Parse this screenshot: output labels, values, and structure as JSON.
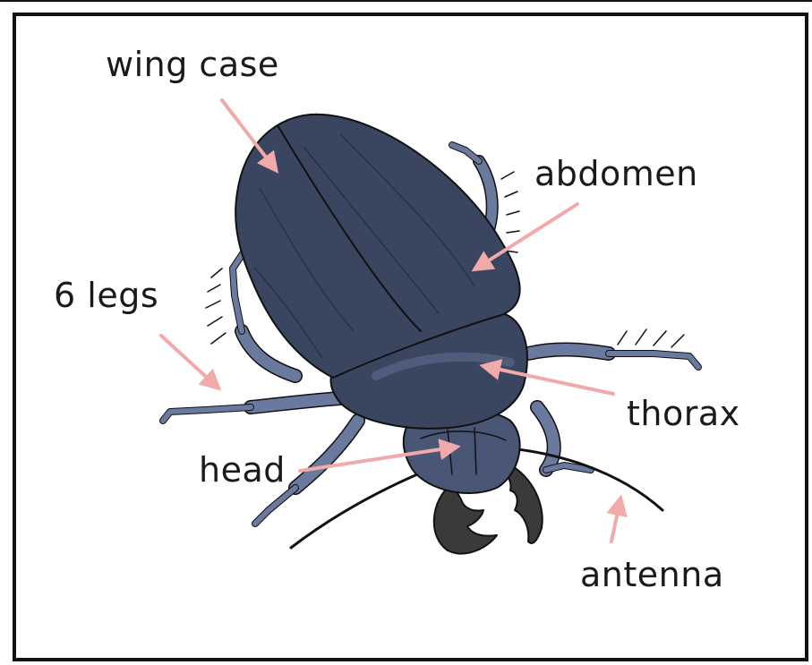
{
  "labels": {
    "wing_case": "wing case",
    "abdomen": "abdomen",
    "legs": "6 legs",
    "thorax": "thorax",
    "head": "head",
    "antenna": "antenna"
  },
  "colors": {
    "shell": "#3a4560",
    "shell_light": "#5e6d8e",
    "leg": "#6a7a9e",
    "mandible": "#3a3a3a",
    "arrow": "#f2a9a9",
    "outline": "#111111"
  },
  "icons": {
    "subject": "beetle-illustration"
  }
}
